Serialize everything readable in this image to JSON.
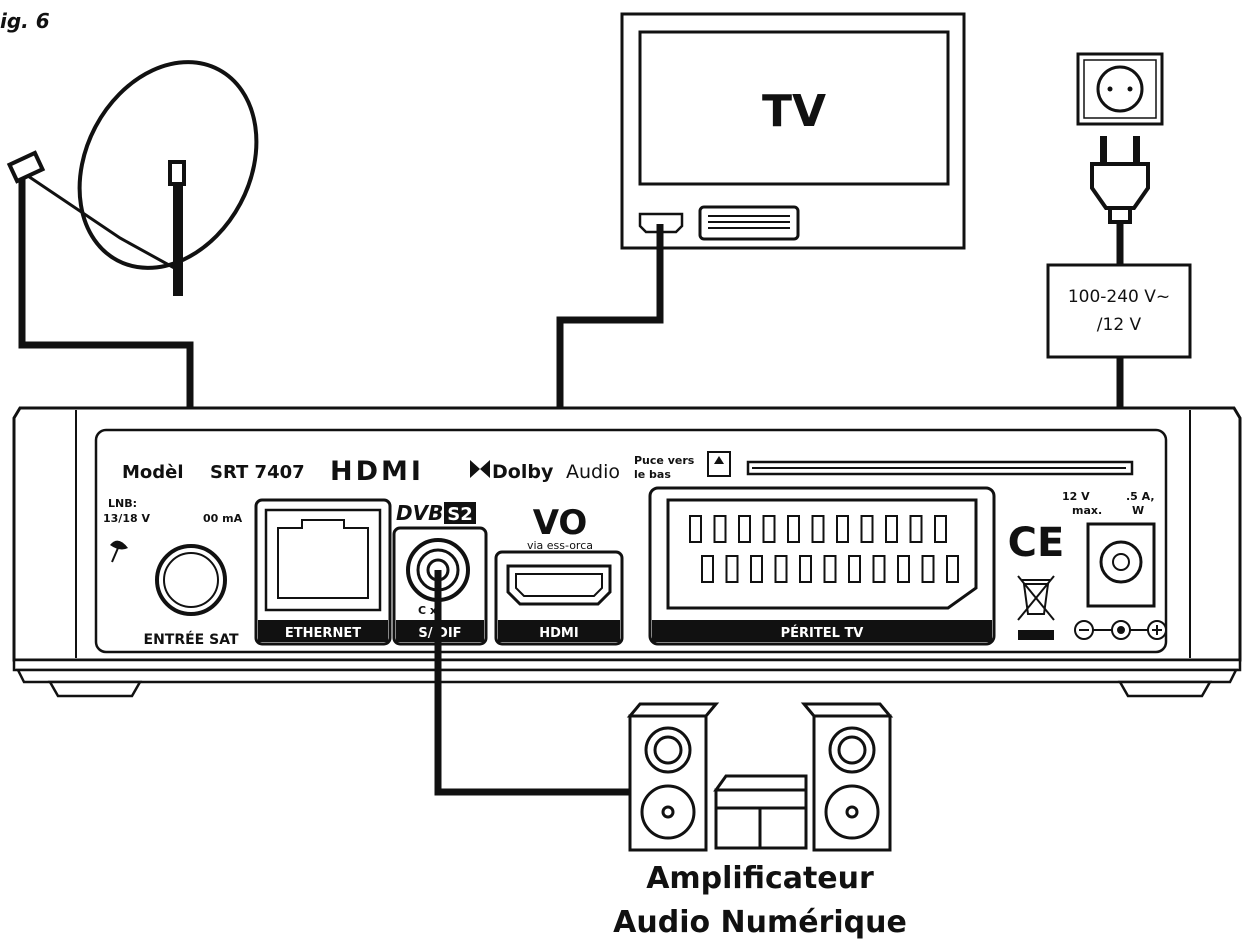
{
  "figure_label": "ig. 6",
  "tv": {
    "label": "TV"
  },
  "power_adapter": {
    "line1": "100-240 V~",
    "line2": "/12 V"
  },
  "receiver": {
    "model_prefix": "Modèl",
    "model_name": "SRT 7407",
    "hdmi_logo": "HDMI",
    "dolby_logo": "Dolby",
    "dolby_audio": "Audio",
    "card_hint_line1": "Puce vers",
    "card_hint_line2": "le bas",
    "lnb_line1": "LNB:",
    "lnb_line2": "13/18 V",
    "lnb_line2b": "00 mA",
    "dvb_logo": "DVB",
    "dvb_s2": "S2",
    "viaccess_logo": "VO",
    "viaccess_text": "via ess-orca",
    "power_spec_line1": "12 V",
    "power_spec_line1b": ".5 A,",
    "power_spec_line2": "max.",
    "power_spec_line2b": "W",
    "coax_label": "C  x.",
    "ce_mark": "CE",
    "ports": {
      "sat": "ENTRÉE SAT",
      "ethernet": "ETHERNET",
      "spdif": "S/  DIF",
      "hdmi": "HDMI",
      "scart": "PÉRITEL TV"
    }
  },
  "amplifier": {
    "line1": "Amplificateur",
    "line2": "Audio Numérique"
  }
}
